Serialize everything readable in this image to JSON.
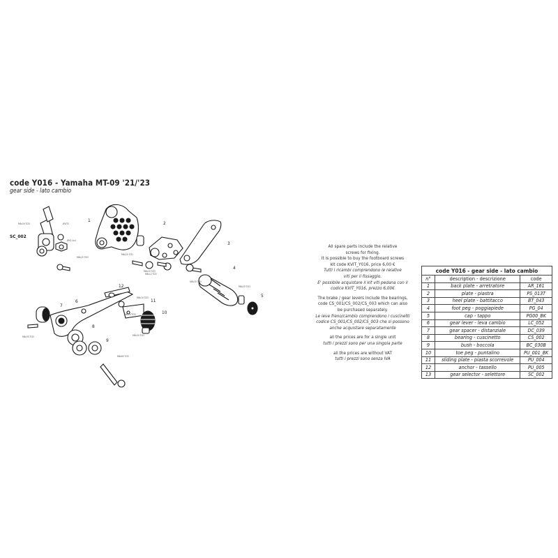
{
  "header": {
    "title": "code Y016 - Yamaha MT-09 '21/'23",
    "subtitle": "gear side - lato cambio"
  },
  "notes": [
    {
      "text": "All spare parts include the relative",
      "italic": false
    },
    {
      "text": "screws for fixing.",
      "italic": false
    },
    {
      "text": "It is possible to buy the footboard screws",
      "italic": false
    },
    {
      "text": "kit code KVIT_Y016, price 6,00 €",
      "italic": false
    },
    {
      "text": "Tutti i ricambi comprendono le relative",
      "italic": true
    },
    {
      "text": "viti per il fissaggio.",
      "italic": true
    },
    {
      "text": "E' possibile acquistare il kit viti pedana con il",
      "italic": true
    },
    {
      "text": "codice KVIT_Y016, prezzo 6,00€",
      "italic": true
    },
    {
      "text": "",
      "italic": false
    },
    {
      "text": "The brake / gear levers include the bearings,",
      "italic": false
    },
    {
      "text": "code CS_001/CS_002/CS_003 which can also",
      "italic": false
    },
    {
      "text": "be purchased separately.",
      "italic": false
    },
    {
      "text": "Le leve freno/cambio comprendono i cuscinetti",
      "italic": true
    },
    {
      "text": "codice CS_001/CS_002/CS_003 che si possono",
      "italic": true
    },
    {
      "text": "anche acquistare separatamente",
      "italic": true
    },
    {
      "text": "",
      "italic": false
    },
    {
      "text": "all the prices are for a single unit",
      "italic": false
    },
    {
      "text": "tutti i prezzi sono per una singola parte",
      "italic": true
    },
    {
      "text": "",
      "italic": false
    },
    {
      "text": "all the prices are without VAT",
      "italic": false
    },
    {
      "text": "tutti i prezzi sono senza IVA",
      "italic": true
    }
  ],
  "parts_table": {
    "caption": "code Y016 - gear side - lato cambio",
    "headers": [
      "n°",
      "description - descrizione",
      "code"
    ],
    "rows": [
      [
        "1",
        "back plate - arretratore",
        "AR_161"
      ],
      [
        "2",
        "plate - piastra",
        "PS_013T"
      ],
      [
        "3",
        "heel plate - battitacco",
        "BT_043"
      ],
      [
        "4",
        "foot peg - poggiapiede",
        "PG_04"
      ],
      [
        "5",
        "cap - tappo",
        "PG00_BK"
      ],
      [
        "6",
        "gear lever - leva cambio",
        "LC_052"
      ],
      [
        "7",
        "gear spacer - distanziale",
        "DC_039"
      ],
      [
        "8",
        "bearing - cuscinetto",
        "CS_002"
      ],
      [
        "9",
        "bush - boccola",
        "BC_030B"
      ],
      [
        "10",
        "toe peg - puntalino",
        "PU_001_BK"
      ],
      [
        "11",
        "sliding plate - piasta scorrevole",
        "PU_004"
      ],
      [
        "12",
        "anchor - tassello",
        "PU_005"
      ],
      [
        "13",
        "gear selector - selettore",
        "SC_002"
      ]
    ]
  },
  "diagram": {
    "part_numbers": [
      "1",
      "2",
      "3",
      "4",
      "5",
      "6",
      "7",
      "8",
      "9",
      "10",
      "11",
      "12"
    ],
    "sc_label": "SC_002",
    "screw_labels": [
      "M6x30 TCEI",
      "M6x20 TCEI",
      "M8x25 TCEI",
      "M6x16 TCEI",
      "M6x12 TCEI",
      "M8x30 TCEI",
      "M6x20 TCEI",
      "M6x35 TCEI",
      "M6x16 TCEI",
      "M8x60 TCEI",
      "M6x30 TCEI",
      "M6x30 TCEI"
    ],
    "small_labels": [
      "ØVITE",
      "ØM2 4x4"
    ]
  }
}
